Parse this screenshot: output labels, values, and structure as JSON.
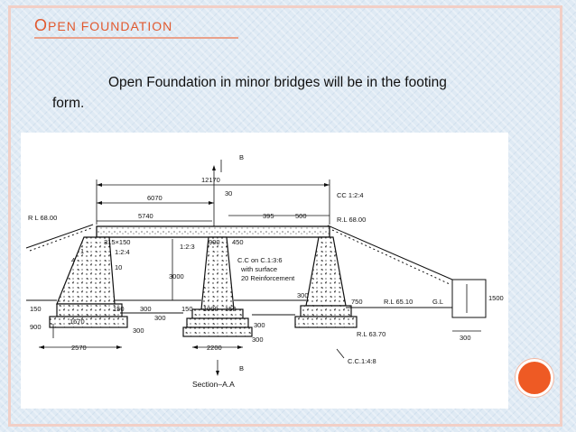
{
  "slide": {
    "title_initial": "O",
    "title_rest": "PEN FOUNDATION",
    "body": "Open Foundation in minor bridges will be in the footing form."
  },
  "diagram": {
    "section_label": "Section–A.A",
    "section_mark": "B",
    "labels": {
      "overall_span": "12170",
      "half_span": "6070",
      "pier_offset": "30",
      "deck_length": "5740",
      "deck_395": "395",
      "deck_500": "500",
      "cc_top": "CC 1:2:4",
      "rl_left": "R L 68.00",
      "rl_right": "R.L 68.00",
      "beam": "315×150",
      "mix_124": "1:2:4",
      "mix_123": "1:2:3",
      "pier_900": "900",
      "pier_450": "450",
      "slope_4": "4",
      "slope_1": "1",
      "ten": "10",
      "ht_3000": "3000",
      "cc_136": "C.C on C.1:3:6",
      "cc_136_2": "with surface",
      "cc_136_3": "20 Reinforcement",
      "d_300_a": "300",
      "d_750": "750",
      "rl_6510": "R.L 65.10",
      "gl": "G.L",
      "d_1500": "1500",
      "d_150_a": "150",
      "d_150_b": "150",
      "d_300_b": "300",
      "d_150_c": "150",
      "d_1000": "1000",
      "d_150_d": "150",
      "d_300_c": "300",
      "d_300_d": "300",
      "d_900": "900",
      "d_1670": "1670",
      "d_300_e": "300",
      "d_300_f": "300",
      "rl_6370": "R.L 63.70",
      "d_300_g": "300",
      "d_2570": "2570",
      "d_2200": "2200",
      "cc_148": "C.C.1:4:8"
    }
  }
}
